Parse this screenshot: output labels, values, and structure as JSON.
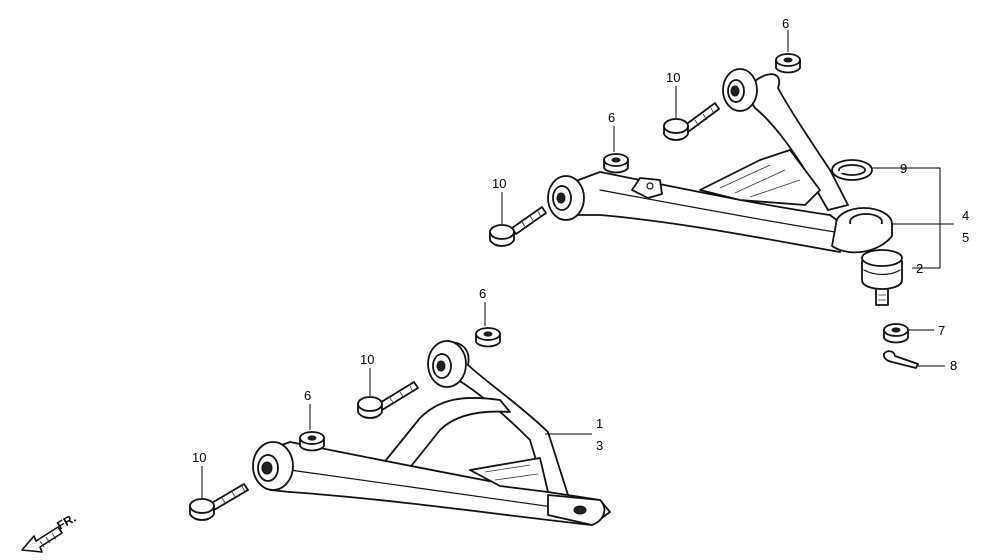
{
  "diagram": {
    "direction_label": "FR.",
    "callouts": {
      "c1": "1",
      "c2": "2",
      "c3": "3",
      "c4": "4",
      "c5": "5",
      "c6a": "6",
      "c6b": "6",
      "c6c": "6",
      "c6d": "6",
      "c7": "7",
      "c8": "8",
      "c9": "9",
      "c10a": "10",
      "c10b": "10",
      "c10c": "10",
      "c10d": "10"
    }
  }
}
